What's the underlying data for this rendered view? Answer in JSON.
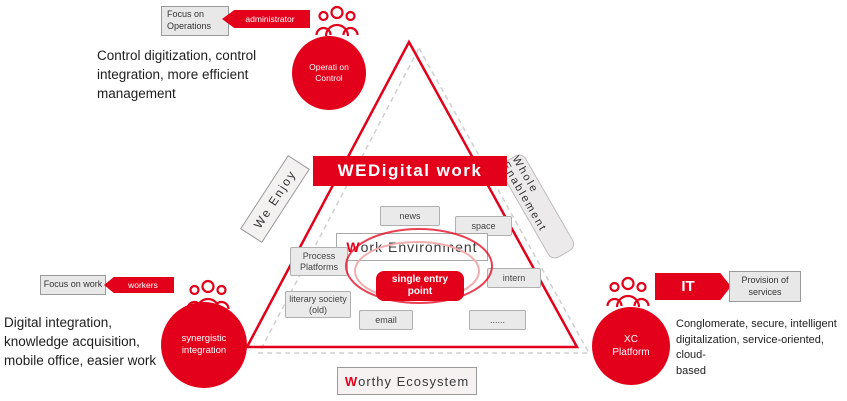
{
  "banner": {
    "title": "WEDigital work"
  },
  "triangle_labels": {
    "left_edge": "We Enjoy",
    "right_edge": "Whole Enablement"
  },
  "work_environment": {
    "highlight": "W",
    "rest": "ork Environment"
  },
  "single_entry": {
    "label": "single entry\npoint"
  },
  "nodes": {
    "news": "news",
    "space": "space",
    "process_platforms": "Process\nPlatforms",
    "intern": "intern",
    "literary_society": "literary society\n(old)",
    "email": "email",
    "dots": "......"
  },
  "worthy_ecosystem": {
    "highlight": "W",
    "rest": "orthy Ecosystem"
  },
  "administrator_group": {
    "focus_label": "Focus on\nOperations",
    "arrow_label": "administrator",
    "circle_label": "Operati on\nControl",
    "description": "Control digitization, control\nintegration, more efficient\nmanagement"
  },
  "workers_group": {
    "focus_label": "Focus on work",
    "arrow_label": "workers",
    "circle_label": "synergistic\nintegration",
    "description": "Digital integration,\nknowledge acquisition,\nmobile office, easier work"
  },
  "it_group": {
    "arrow_label": "IT",
    "services_label": "Provision of\nservices",
    "circle_label": "XC\nPlatform",
    "description": "Conglomerate, secure, intelligent\ndigitalization, service-oriented, cloud-\nbased"
  },
  "colors": {
    "accent_red": "#e2001a",
    "node_bg": "#eaeaea",
    "node_border": "#b0b0b0",
    "light_box": "#f4f1f1"
  }
}
